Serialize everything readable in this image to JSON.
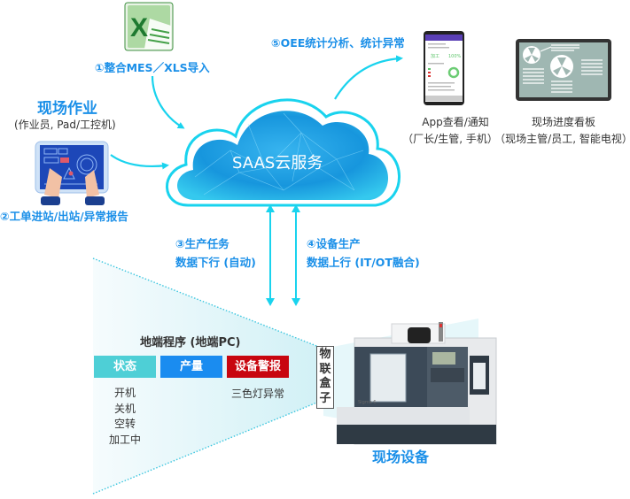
{
  "colors": {
    "accent_blue": "#1a8fe8",
    "arrow_cyan": "#19d3ee",
    "status_tag": "#4ecfd6",
    "output_tag": "#1a8cf0",
    "alarm_tag": "#c8060f",
    "dotted_line": "#3cc6df",
    "cloud_blue": "#1e9de0"
  },
  "icons": {
    "excel": "excel-icon",
    "tablet": "tablet-hands-icon",
    "cloud": "cloud-icon",
    "phone": "smartphone-app-icon",
    "tv": "dashboard-tv-icon",
    "machine": "cnc-machine-icon"
  },
  "steps": {
    "step1": "①整合MES／XLS导入",
    "step2": "②工单进站/出站/异常报告",
    "step3_line1": "③生产任务",
    "step3_line2": "数据下行 (自动)",
    "step4_line1": "④设备生产",
    "step4_line2": "数据上行 (IT/OT融合)",
    "step5": "⑤OEE统计分析、统计异常"
  },
  "shopfloor": {
    "title": "现场作业",
    "subtitle": "(作业员, Pad/工控机)"
  },
  "cloud": {
    "label": "SAAS云服务"
  },
  "app": {
    "title": "App查看/通知",
    "subtitle": "（厂长/生管, 手机）"
  },
  "board": {
    "title": "现场进度看板",
    "subtitle": "（现场主管/员工, 智能电视）"
  },
  "edge_program": {
    "title": "地端程序 (地端PC)",
    "tags": [
      {
        "label": "状态",
        "items": [
          "开机",
          "关机",
          "空转",
          "加工中"
        ]
      },
      {
        "label": "产量",
        "items": []
      },
      {
        "label": "设备警报",
        "items": [
          "三色灯异常"
        ]
      }
    ]
  },
  "iot_box": {
    "chars": [
      "物",
      "联",
      "盒",
      "子"
    ]
  },
  "equipment": {
    "label": "现场设备"
  }
}
